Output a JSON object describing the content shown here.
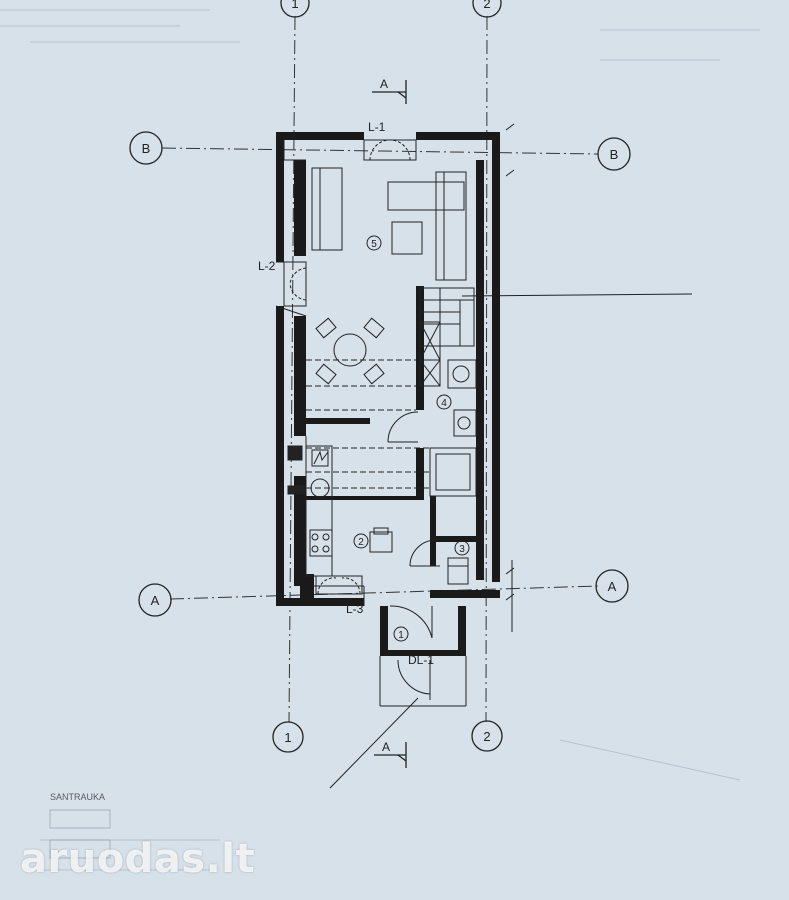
{
  "plan": {
    "grid_axes": {
      "axis1": "1",
      "axis2": "2",
      "axisA": "A",
      "axisB": "B"
    },
    "section_marks": {
      "top": "A",
      "bottom": "A"
    },
    "openings": {
      "window1": "L-1",
      "window2": "L-2",
      "window3": "L-3",
      "door1": "DL-1"
    },
    "rooms": [
      "1",
      "2",
      "3",
      "4",
      "5"
    ],
    "legend_title": "SANTRAUKA"
  },
  "watermark": "aruodas.lt",
  "colors": {
    "paper": "#d6e1ea",
    "ink": "#111111",
    "grid": "#333333"
  }
}
